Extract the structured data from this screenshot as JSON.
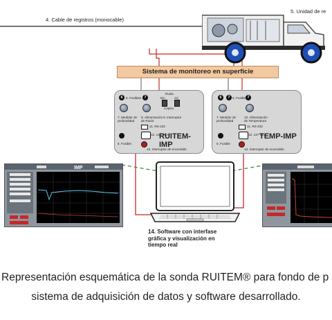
{
  "labels": {
    "cable": "4. Cable de registros (monocable)",
    "unit": "5. Unidad de re",
    "monitor_bar": "Sistema de monitoreo en superficie",
    "software_line1": "14. Software con interfase",
    "software_line2": "gráfica y visualización en",
    "software_line3": "tiempo real"
  },
  "ruitem": {
    "title": "RUITEM-IMP",
    "fusibles": "6. Fusibles",
    "ruido": "Ruido",
    "dc": "DC",
    "ac": "AC",
    "ceplex": "Ceplex",
    "medidor_1": "7. Medidor de",
    "medidor_2": "profundidad",
    "alim_1": "8. Alimentación",
    "alim_2": "de Ruido",
    "interruptor": "9. Interruptor",
    "rs232": "11. RS-232",
    "fusible": "6. Fusible",
    "vca": "12. 127 VCA",
    "interruptor_encendido": "13. Interruptor de encendido"
  },
  "temp": {
    "title": "TEMP-IMP",
    "fusibles": "6. Fusibles",
    "medidor_1": "7. Medidor de",
    "medidor_2": "profundidad",
    "alim_1": "10. Alimentación",
    "alim_2": "de Temperatura",
    "rs232": "11. RS-232",
    "fusible": "6. Fusible",
    "vca": "12. 127 VCA",
    "interruptor_encendido": "13. Interruptor de encendido"
  },
  "left_screen": {
    "logo": "IMP"
  },
  "caption": {
    "line1": "Representación esquemática de la sonda RUITEM® para fondo de p",
    "line2": "sistema de adquisición de datos y software desarrollado."
  },
  "colors": {
    "cable_red": "#c62828",
    "dashed_green": "#3a8a3a",
    "bar_orange": "#f2c9a0",
    "module_gray": "#d7d7d7",
    "truck_blue": "#1e4fb8"
  }
}
